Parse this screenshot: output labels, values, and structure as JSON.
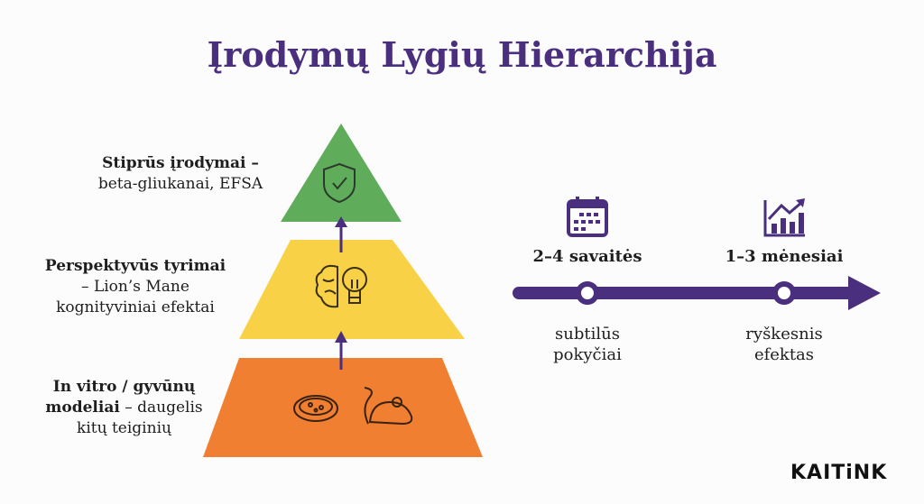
{
  "title": "Įrodymų Lygių Hierarchija",
  "pyramid": {
    "levels": [
      {
        "bold": "Stiprūs įrodymai –",
        "rest": "beta-gliukanai, EFSA",
        "color": "#5fad5b",
        "icon": "shield-check-icon"
      },
      {
        "bold": "Perspektyvūs tyrimai",
        "rest": "– Lion’s Mane",
        "rest2": "kognityviniai efektai",
        "color": "#f8d146",
        "icon": "brain-lightbulb-icon"
      },
      {
        "bold": "In vitro / gyvūnų",
        "bold2": "modeliai",
        "rest": " – daugelis",
        "rest2": "kitų teiginių",
        "color": "#f07f31",
        "icon": "petri-dish-mouse-icon"
      }
    ],
    "arrow_color": "#4a2f7e"
  },
  "timeline": {
    "color": "#4a2f7e",
    "points": [
      {
        "label": "2–4 savaitės",
        "desc1": "subtilūs",
        "desc2": "pokyčiai",
        "icon": "calendar-icon"
      },
      {
        "label": "1–3 mėnesiai",
        "desc1": "ryškesnis",
        "desc2": "efektas",
        "icon": "growth-chart-icon"
      }
    ]
  },
  "logo": "KAITiNK"
}
